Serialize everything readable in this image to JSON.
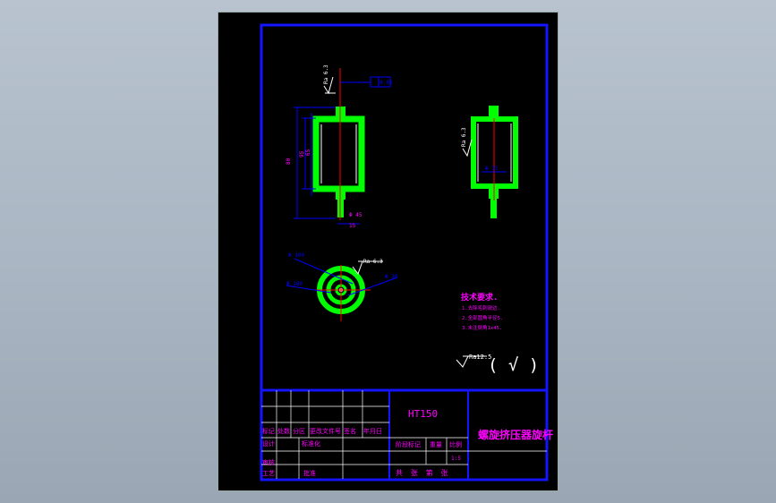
{
  "surface": {
    "finish": "Ra 6.3",
    "top_tolerance": "0.01"
  },
  "front_view": {
    "dims": [
      "80",
      "95",
      "65"
    ],
    "dim_bottom": "Φ 45",
    "dim_width": "15"
  },
  "side_view": {
    "surface": "Ra 6.3",
    "dia": "Φ 35"
  },
  "circle_view": {
    "d1": "Φ 100",
    "d2": "Φ 160",
    "d3": "Φ 30",
    "surface": "Ra 6.3"
  },
  "notes": {
    "title": "技术要求.",
    "items": [
      "1.去除毛刺锐边.",
      "2.全部圆角半径5.",
      "3.未注倒角1x45."
    ]
  },
  "general_finish": {
    "symbol": "Ra12.5",
    "bracket_symbol": "( √ )"
  },
  "title_block": {
    "material": "HT150",
    "part_name": "螺旋挤压器旋杆",
    "header_labels": [
      "标记",
      "处数",
      "分区",
      "更改文件号",
      "签名",
      "年月日"
    ],
    "design_label": "设计",
    "standard_label": "标准化",
    "stage_label": "阶段标记",
    "weight_label": "重量",
    "scale_label": "比例",
    "scale_value": "1:5",
    "review_label": "审核",
    "process_label": "工艺",
    "approve_label": "批准",
    "sheet_text": "共 张 第 张"
  },
  "colors": {
    "sheet": "#000000",
    "frame": "#1414ff",
    "part": "#00ff00",
    "dim": "#0000ff",
    "text": "#ff00ff",
    "center": "#ff0000",
    "outline": "#ffffff"
  }
}
